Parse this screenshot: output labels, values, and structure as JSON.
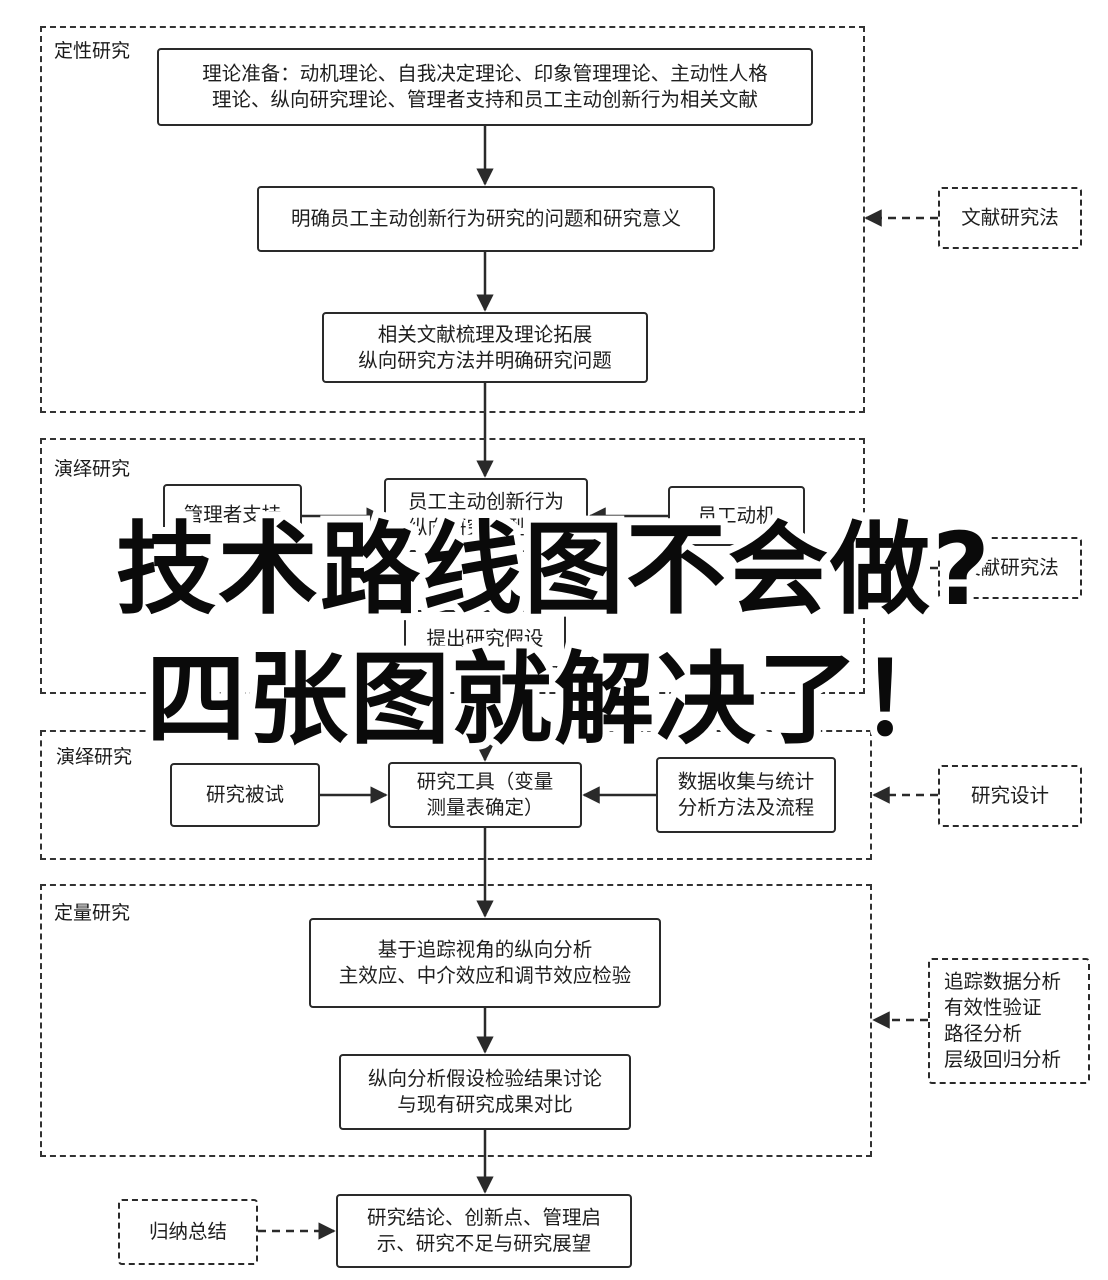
{
  "sections": {
    "qualitative": "定性研究",
    "deductive1": "演绎研究",
    "deductive2": "演绎研究",
    "quantitative": "定量研究"
  },
  "boxes": {
    "theory_prep": "理论准备：动机理论、自我决定理论、印象管理理论、主动性人格\n理论、纵向研究理论、管理者支持和员工主动创新行为相关文献",
    "clarify_problem": "明确员工主动创新行为研究的问题和研究意义",
    "literature_review": "相关文献梳理及理论拓展\n纵向研究方法并明确研究问题",
    "manager_support": "管理者支持",
    "innovation_model": "员工主动创新行为\n纵向研究模型构建",
    "employee_motivation": "员工动机",
    "hypothesis": "提出研究假设",
    "subjects": "研究被试",
    "instrument": "研究工具（变量\n测量表确定）",
    "data_collection": "数据收集与统计\n分析方法及流程",
    "longitudinal_analysis": "基于追踪视角的纵向分析\n主效应、中介效应和调节效应检验",
    "discussion": "纵向分析假设检验结果讨论\n与现有研究成果对比",
    "conclusion": "研究结论、创新点、管理启\n示、研究不足与研究展望"
  },
  "side_boxes": {
    "lit_method_1": "文献研究法",
    "lit_method_2": "文献研究法",
    "research_design": "研究设计",
    "analysis_methods": "追踪数据分析\n有效性验证\n路径分析\n层级回归分析",
    "induction": "归纳总结"
  },
  "overlay": {
    "line1": "技术路线图不会做?",
    "line2": "四张图就解决了！"
  }
}
